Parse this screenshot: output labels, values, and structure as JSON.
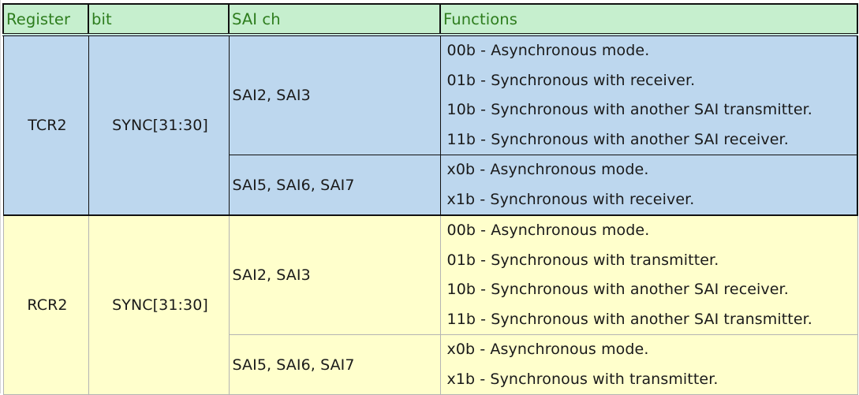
{
  "headers": {
    "register": "Register",
    "bit": "bit",
    "sai_ch": "SAI ch",
    "functions": "Functions"
  },
  "colors": {
    "header_bg": "#c6efce",
    "header_text": "#2e7d1e",
    "tcr_bg": "#bdd7ee",
    "rcr_bg": "#ffffcc"
  },
  "rows": [
    {
      "register": "TCR2",
      "bit": "SYNC[31:30]",
      "groups": [
        {
          "sai_ch": "SAI2, SAI3",
          "functions": [
            "00b - Asynchronous mode.",
            "01b - Synchronous with receiver.",
            "10b - Synchronous with another SAI transmitter.",
            "11b - Synchronous with another SAI receiver."
          ]
        },
        {
          "sai_ch": "SAI5, SAI6, SAI7",
          "functions": [
            "x0b - Asynchronous mode.",
            "x1b - Synchronous with receiver."
          ]
        }
      ]
    },
    {
      "register": "RCR2",
      "bit": "SYNC[31:30]",
      "groups": [
        {
          "sai_ch": "SAI2, SAI3",
          "functions": [
            "00b - Asynchronous mode.",
            "01b - Synchronous with transmitter.",
            "10b - Synchronous with another SAI receiver.",
            "11b - Synchronous with another SAI transmitter."
          ]
        },
        {
          "sai_ch": "SAI5, SAI6, SAI7",
          "functions": [
            "x0b - Asynchronous mode.",
            "x1b - Synchronous with transmitter."
          ]
        }
      ]
    }
  ]
}
